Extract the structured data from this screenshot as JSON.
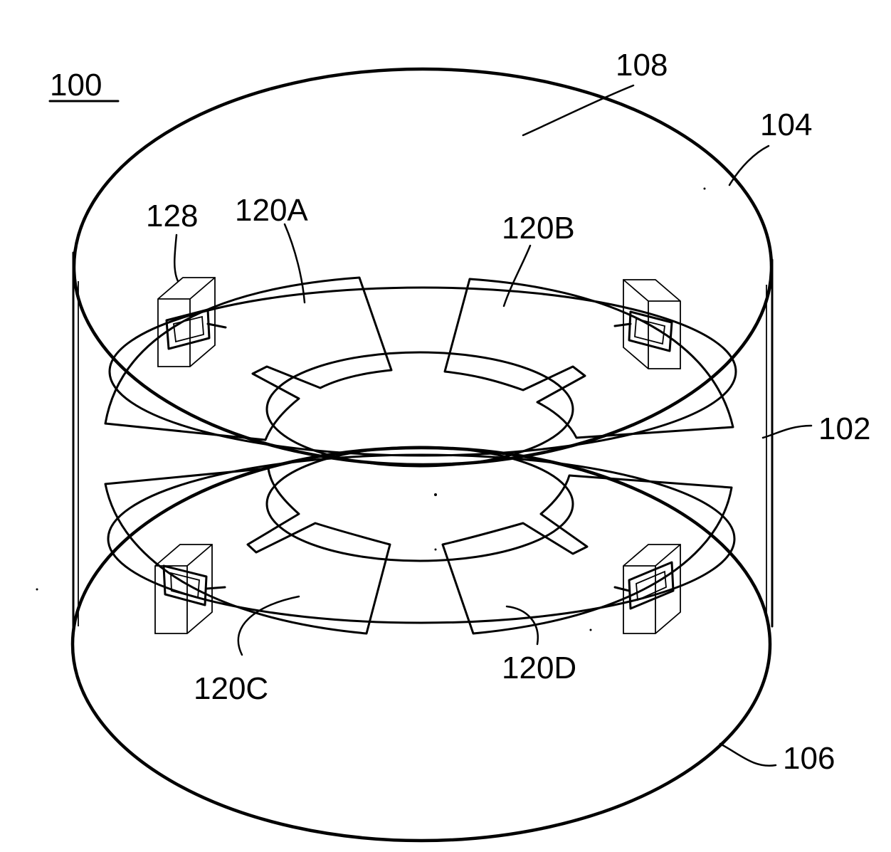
{
  "figure": {
    "ref_main": "100",
    "labels": {
      "top_surface": "108",
      "top_edge": "104",
      "side_wall": "102",
      "bottom_edge": "106",
      "component": "128",
      "element_a": "120A",
      "element_b": "120B",
      "element_c": "120C",
      "element_d": "120D"
    }
  }
}
